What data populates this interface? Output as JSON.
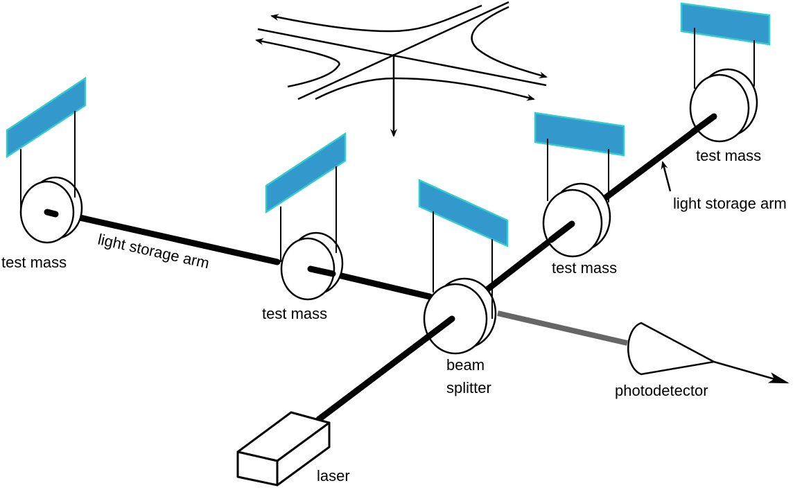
{
  "labels": {
    "test_mass_far_left": "test mass",
    "test_mass_mid_left": "test mass",
    "test_mass_near_right": "test mass",
    "test_mass_far_right": "test mass",
    "arm_left": "light storage arm",
    "arm_right": "light storage arm",
    "beam_splitter_line1": "beam",
    "beam_splitter_line2": "splitter",
    "photodetector": "photodetector",
    "laser": "laser"
  },
  "colors": {
    "plate_fill": "#3399cc",
    "plate_stroke": "#33cccc",
    "beam": "#000000",
    "output_beam": "#666666"
  }
}
